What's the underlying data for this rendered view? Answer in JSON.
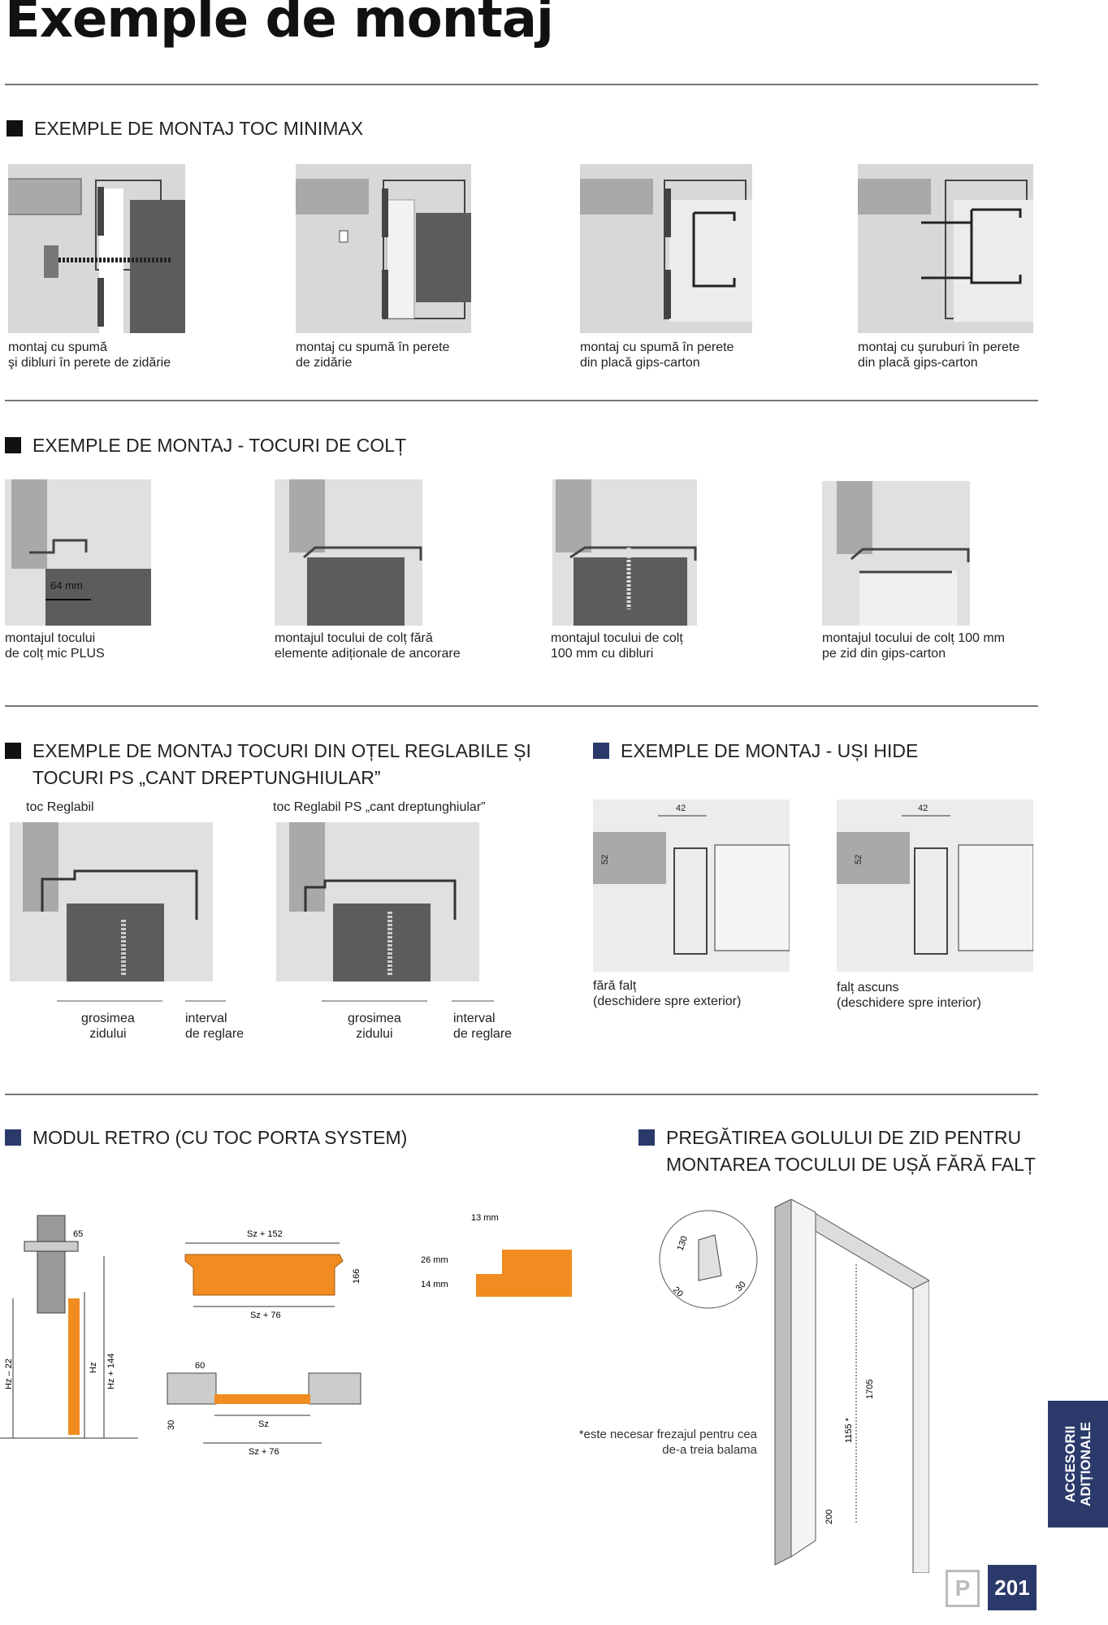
{
  "page": {
    "title": "Exemple de montaj",
    "page_number": "201",
    "side_tab": "ACCESORII\nADIȚIONALE",
    "logo_letter": "P"
  },
  "sections": {
    "minimax": {
      "heading": "EXEMPLE DE MONTAJ TOC MINIMAX",
      "captions": [
        "montaj cu spumă\nşi dibluri în perete de zidărie",
        "montaj cu spumă în perete\nde zidărie",
        "montaj cu spumă în perete\ndin placă gips-carton",
        "montaj cu şuruburi în perete\ndin placă gips-carton"
      ]
    },
    "colt": {
      "heading": "EXEMPLE DE MONTAJ - TOCURI DE COLȚ",
      "dim_label": "64 mm",
      "captions": [
        "montajul tocului\nde colț mic PLUS",
        "montajul tocului de colț fără\nelemente adiționale de ancorare",
        "montajul tocului de colț\n100 mm cu dibluri",
        "montajul tocului de colț 100 mm\npe zid din gips-carton"
      ]
    },
    "otel": {
      "heading": "EXEMPLE DE MONTAJ TOCURI DIN OȚEL REGLABILE ȘI\nTOCURI PS „CANT DREPTUNGHIULAR”",
      "labels": [
        "toc Reglabil",
        "toc Reglabil PS „cant dreptunghiular”"
      ],
      "grosime": "grosimea\nzidului",
      "interval": "interval\nde reglare"
    },
    "hide": {
      "heading": "EXEMPLE DE MONTAJ - UȘI HIDE",
      "dims": [
        "42",
        "52"
      ],
      "captions": [
        "fără falț\n(deschidere spre exterior)",
        "falț ascuns\n(deschidere spre interior)"
      ]
    },
    "retro": {
      "heading": "MODUL RETRO (CU TOC PORTA SYSTEM)",
      "dims": {
        "d65": "65",
        "sz152": "Sz + 152",
        "d166": "166",
        "sz76": "Sz + 76",
        "d13": "13 mm",
        "d26": "26 mm",
        "d14": "14 mm",
        "d60": "60",
        "d30": "30",
        "sz": "Sz",
        "hz22": "Hz – 22",
        "hz": "Hz",
        "hz144": "Hz + 144"
      }
    },
    "golul": {
      "heading": "PREGĂTIREA GOLULUI DE ZID PENTRU\nMONTAREA TOCULUI DE UȘĂ FĂRĂ FALȚ",
      "note": "*este necesar frezajul pentru cea\nde-a treia balama",
      "dims": {
        "d130": "130",
        "d20": "20",
        "d30": "30",
        "d1705": "1705",
        "d1155": "1155 *",
        "d200": "200"
      }
    }
  }
}
